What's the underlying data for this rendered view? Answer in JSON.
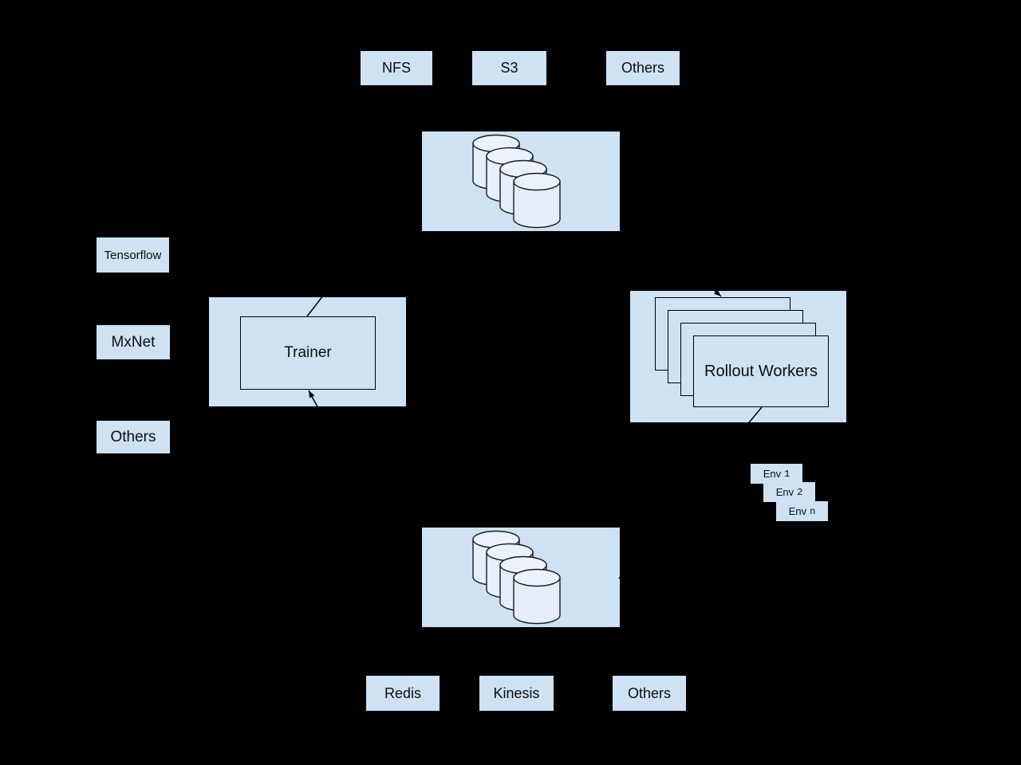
{
  "colors": {
    "background": "#000000",
    "node_fill": "#cfe2f3",
    "cylinder_fill": "#e6eefa",
    "cylinder_top_fill": "#ecf2fc",
    "stroke": "#000000"
  },
  "sources_top": {
    "items": [
      {
        "label": "NFS"
      },
      {
        "label": "S3"
      },
      {
        "label": "Others"
      }
    ]
  },
  "model_storage": {
    "cylinders": 4
  },
  "frameworks": {
    "items": [
      {
        "label": "Tensorflow"
      },
      {
        "label": "MxNet"
      },
      {
        "label": "Others"
      }
    ]
  },
  "trainer": {
    "label": "Trainer"
  },
  "rollout_workers": {
    "label": "Rollout Workers",
    "stack_count": 4
  },
  "environments": {
    "items": [
      {
        "prefix": "Env",
        "index": "1"
      },
      {
        "prefix": "Env",
        "index": "2"
      },
      {
        "prefix": "Env",
        "index": "n"
      }
    ]
  },
  "sample_storage": {
    "cylinders": 4
  },
  "sinks_bottom": {
    "items": [
      {
        "label": "Redis"
      },
      {
        "label": "Kinesis"
      },
      {
        "label": "Others"
      }
    ]
  },
  "arrows": [
    {
      "name": "trainer-to-model-storage",
      "visible_part": "line segment above trainer inner box"
    },
    {
      "name": "sample-storage-to-trainer",
      "visible_part": "arrowhead at trainer inner box bottom"
    },
    {
      "name": "model-storage-to-rollout-workers",
      "visible_part": "arrowhead at top of rollout stack"
    },
    {
      "name": "rollout-workers-to-sample-storage",
      "visible_part": "line segment below rollout front box"
    },
    {
      "name": "sample-storage-to-redis",
      "visible_part": "arrow tip at top edge of Redis box"
    }
  ]
}
